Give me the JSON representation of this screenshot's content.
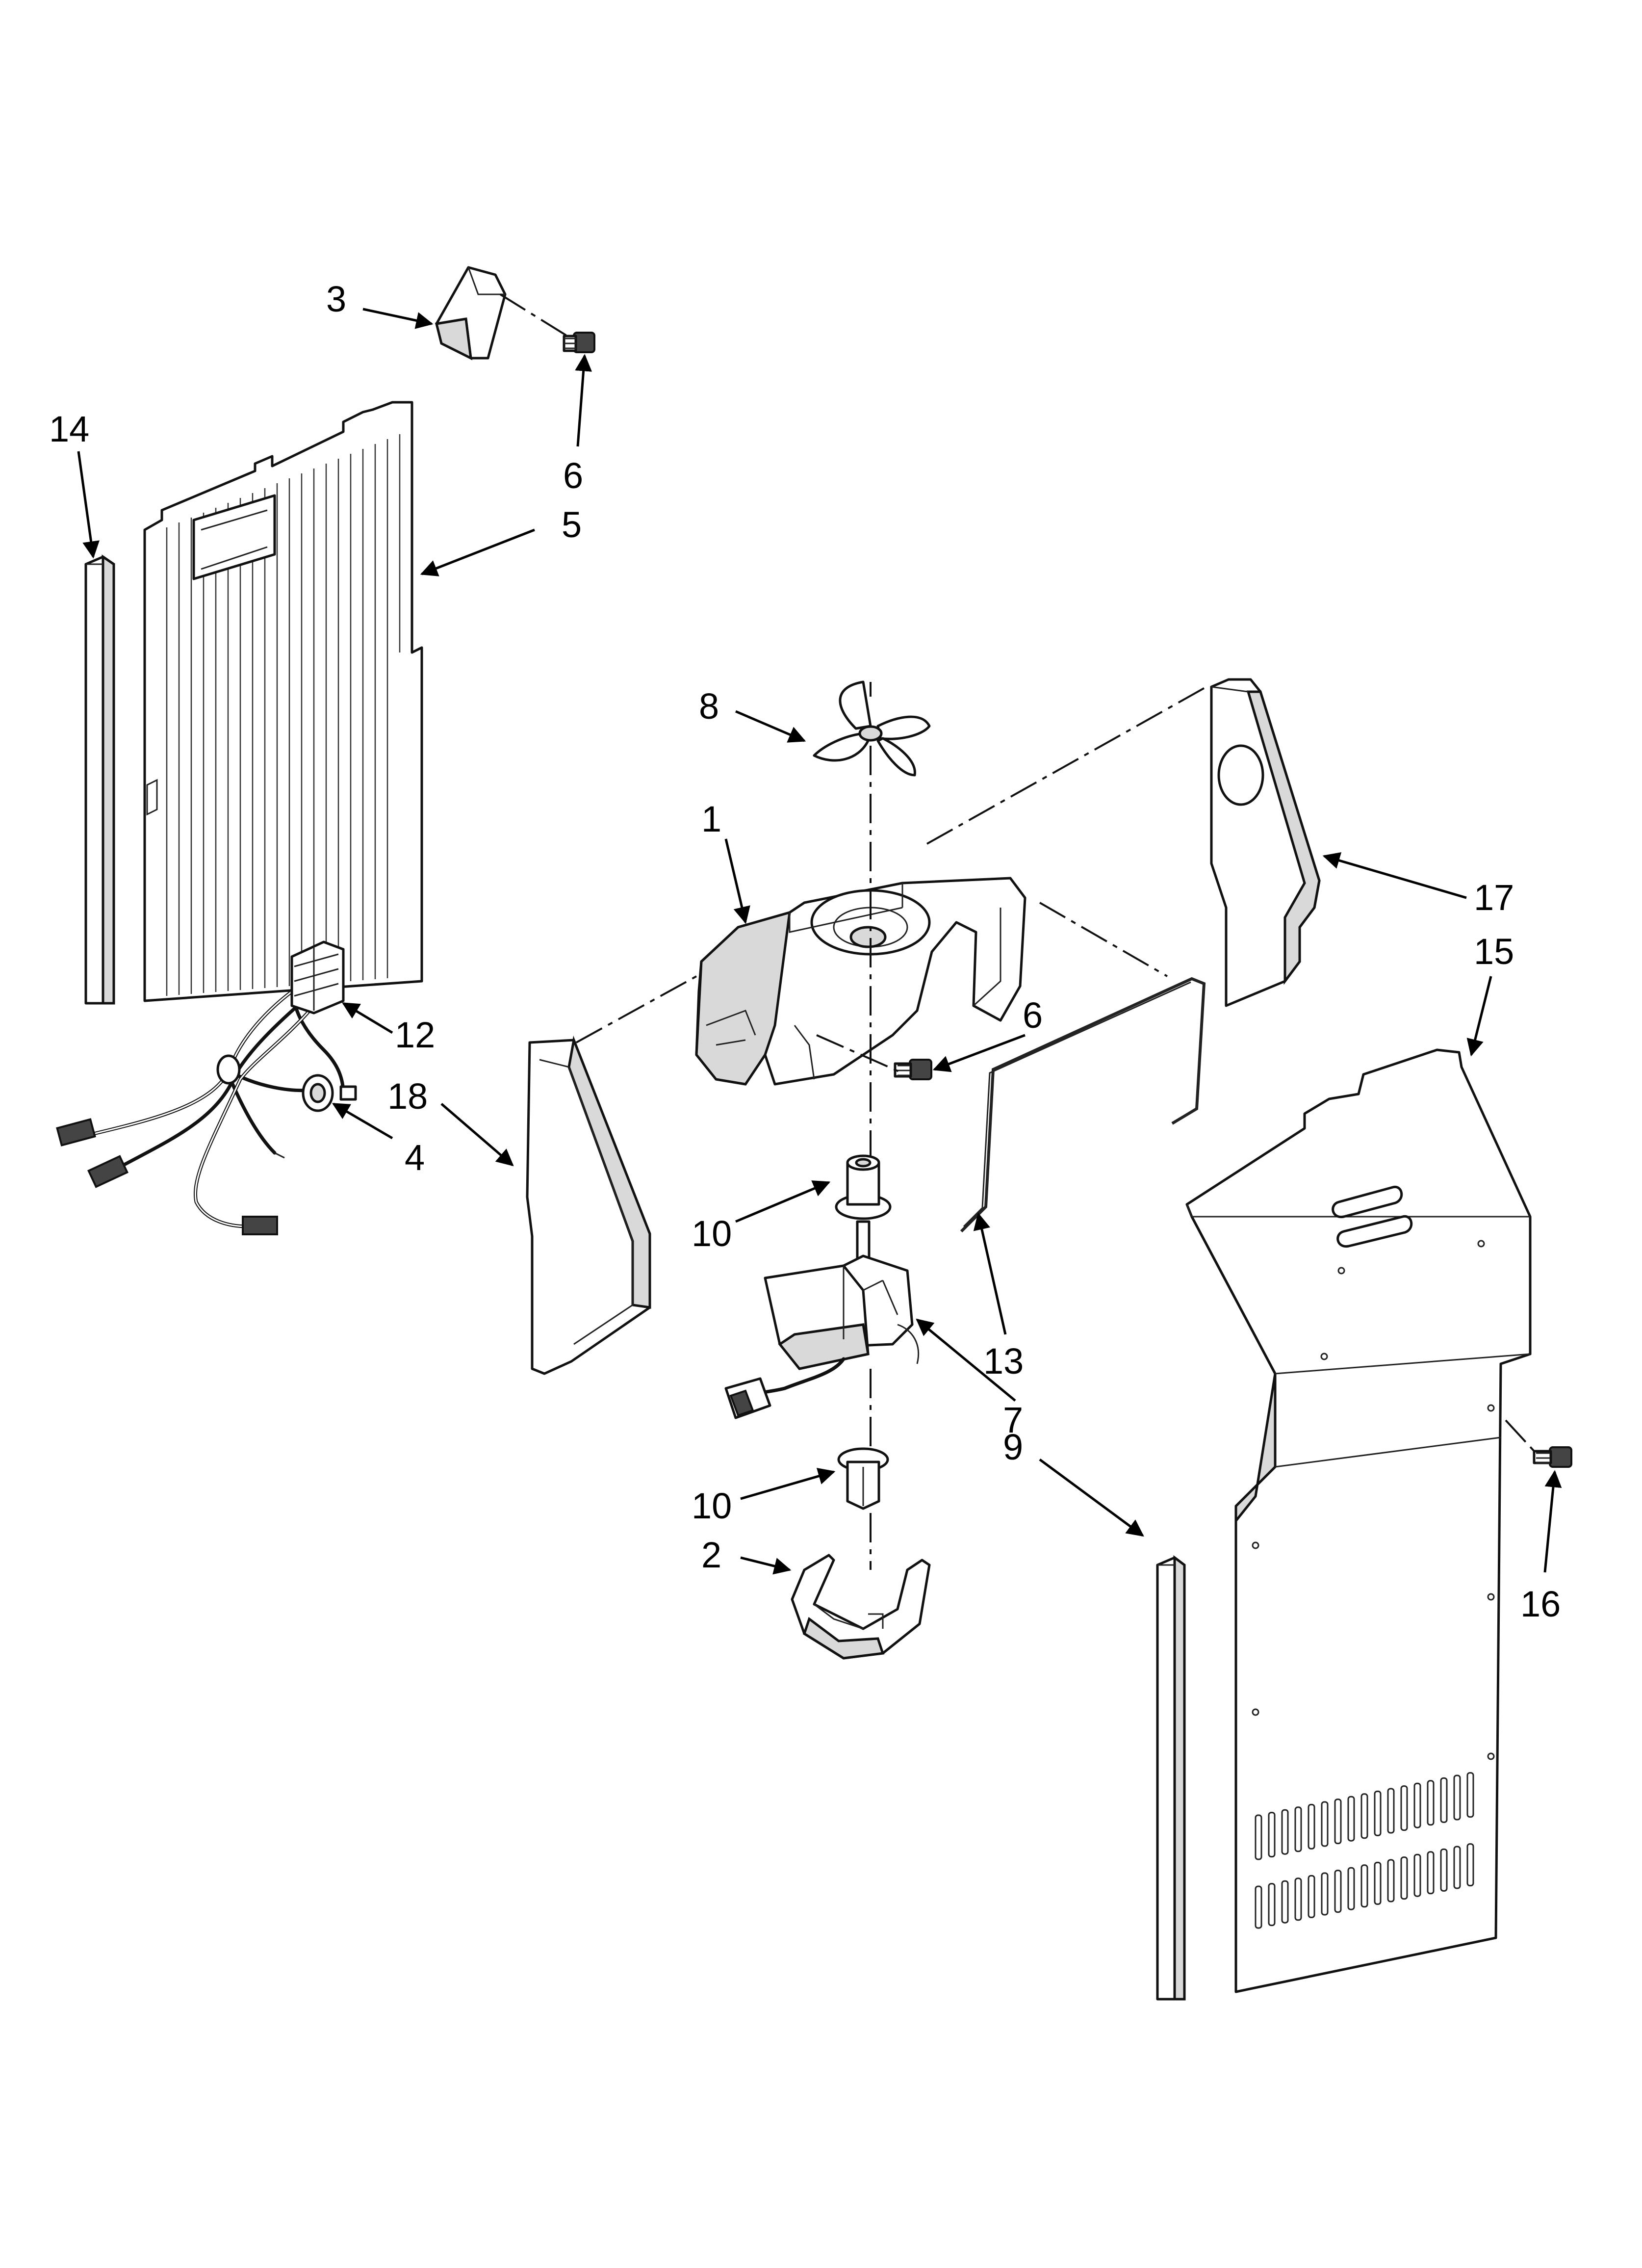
{
  "callouts": [
    {
      "id": "c3",
      "label": "3"
    },
    {
      "id": "c6a",
      "label": "6"
    },
    {
      "id": "c14",
      "label": "14"
    },
    {
      "id": "c5",
      "label": "5"
    },
    {
      "id": "c8",
      "label": "8"
    },
    {
      "id": "c1",
      "label": "1"
    },
    {
      "id": "c17",
      "label": "17"
    },
    {
      "id": "c15",
      "label": "15"
    },
    {
      "id": "c12",
      "label": "12"
    },
    {
      "id": "c6b",
      "label": "6"
    },
    {
      "id": "c18",
      "label": "18"
    },
    {
      "id": "c4",
      "label": "4"
    },
    {
      "id": "c10a",
      "label": "10"
    },
    {
      "id": "c13",
      "label": "13"
    },
    {
      "id": "c7",
      "label": "7"
    },
    {
      "id": "c9",
      "label": "9"
    },
    {
      "id": "c10b",
      "label": "10"
    },
    {
      "id": "c2",
      "label": "2"
    },
    {
      "id": "c16",
      "label": "16"
    }
  ],
  "colors": {
    "line": "#111111",
    "background": "#ffffff"
  }
}
